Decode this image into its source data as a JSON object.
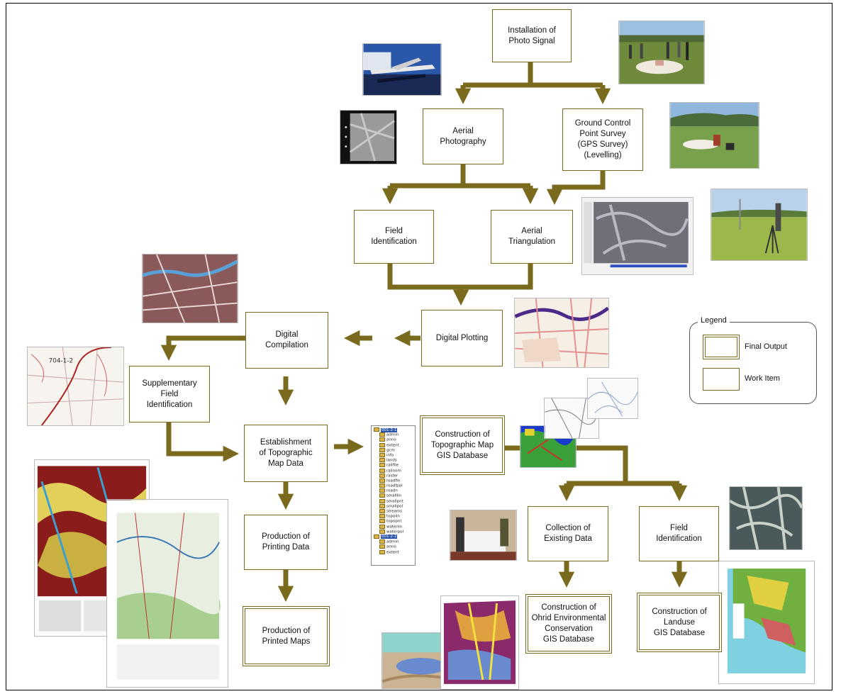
{
  "boxes": {
    "photo_signal": "Installation of\nPhoto Signal",
    "aerial_photography": "Aerial\nPhotography",
    "gcp_survey": "Ground Control\nPoint Survey\n(GPS Survey)\n(Levelling)",
    "field_identification_1": "Field\nIdentification",
    "aerial_triangulation": "Aerial\nTriangulation",
    "digital_plotting": "Digital Plotting",
    "digital_compilation": "Digital\nCompilation",
    "supplementary_field": "Supplementary\nField\nIdentification",
    "establishment": "Establishment\nof Topographic\nMap Data",
    "production_printing": "Production of\nPrinting Data",
    "production_printed": "Production of\nPrinted Maps",
    "construction_topo_gis": "Construction of\nTopographic Map\nGIS Database",
    "collection_existing": "Collection of\nExisting Data",
    "field_identification_2": "Field\nIdentification",
    "construction_ohrid": "Construction of\nOhrid Environmental\nConservation\nGIS Database",
    "construction_landuse": "Construction of\nLanduse\nGIS Database"
  },
  "legend": {
    "title": "Legend",
    "final_output": "Final Output",
    "work_item": "Work Item"
  },
  "map_label": "704-1-2",
  "file_tree": {
    "root1": "001-2-1",
    "layers1": [
      "admin",
      "anno",
      "extent",
      "gcm",
      "info",
      "lands",
      "railfile",
      "railnom",
      "raster",
      "roadfin",
      "roadfpol",
      "roadn",
      "smalllin",
      "smallpnt",
      "smallpol",
      "streams",
      "topolin",
      "topopnt",
      "waterlin",
      "waterpol"
    ],
    "root2": "001-2-2",
    "layers2": [
      "admin",
      "anno",
      "extent"
    ]
  },
  "colors": {
    "arrow": "#7a6a1e",
    "border": "#7a6a1e"
  }
}
